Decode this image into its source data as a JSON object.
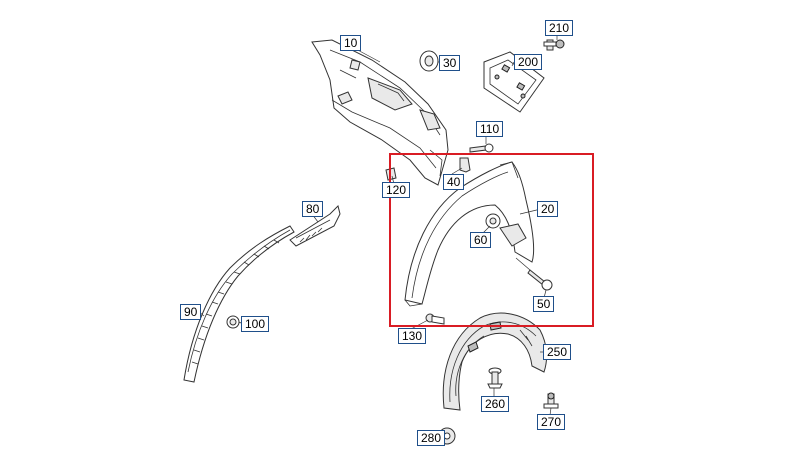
{
  "diagram": {
    "highlight_color": "#d91c24",
    "callout_border_color": "#1f4f8a",
    "callouts": [
      {
        "id": "10",
        "label": "10"
      },
      {
        "id": "30",
        "label": "30"
      },
      {
        "id": "210",
        "label": "210"
      },
      {
        "id": "200",
        "label": "200"
      },
      {
        "id": "110",
        "label": "110"
      },
      {
        "id": "120",
        "label": "120"
      },
      {
        "id": "40",
        "label": "40"
      },
      {
        "id": "20",
        "label": "20"
      },
      {
        "id": "60",
        "label": "60"
      },
      {
        "id": "50",
        "label": "50"
      },
      {
        "id": "80",
        "label": "80"
      },
      {
        "id": "90",
        "label": "90"
      },
      {
        "id": "100",
        "label": "100"
      },
      {
        "id": "130",
        "label": "130"
      },
      {
        "id": "250",
        "label": "250"
      },
      {
        "id": "260",
        "label": "260"
      },
      {
        "id": "270",
        "label": "270"
      },
      {
        "id": "280",
        "label": "280"
      }
    ]
  }
}
